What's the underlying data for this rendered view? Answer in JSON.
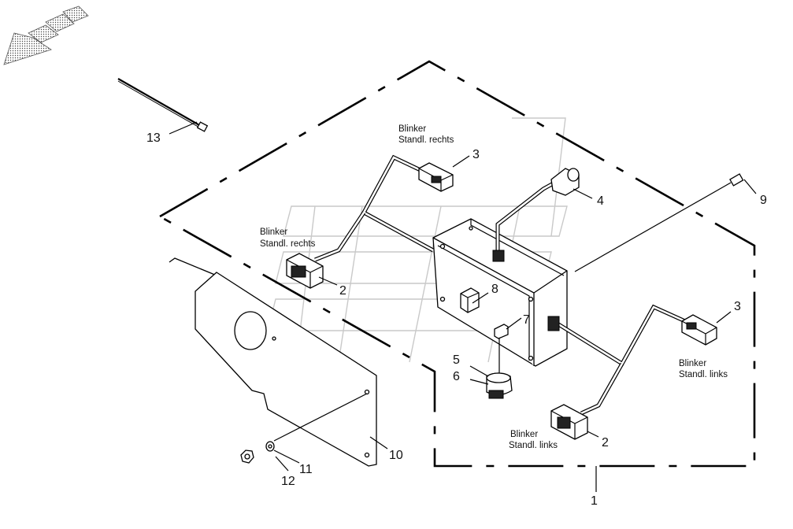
{
  "diagram": {
    "part_numbers": {
      "p1": "1",
      "p2a": "2",
      "p2b": "2",
      "p3a": "3",
      "p3b": "3",
      "p4": "4",
      "p5": "5",
      "p6": "6",
      "p7": "7",
      "p8": "8",
      "p9": "9",
      "p10": "10",
      "p11": "11",
      "p12": "12",
      "p13": "13"
    },
    "labels": {
      "rechts_top_l1": "Blinker",
      "rechts_top_l2": "Standl. rechts",
      "rechts_mid_l1": "Blinker",
      "rechts_mid_l2": "Standl. rechts",
      "links_right_l1": "Blinker",
      "links_right_l2": "Standl. links",
      "links_bottom_l1": "Blinker",
      "links_bottom_l2": "Standl. links"
    },
    "colors": {
      "line": "#000000",
      "watermark": "#c9c9c9",
      "background": "#ffffff"
    }
  }
}
